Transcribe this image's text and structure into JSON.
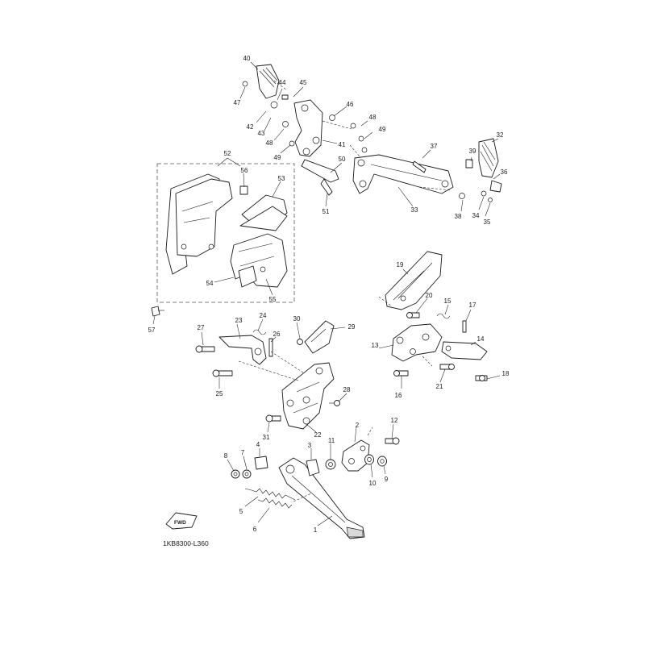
{
  "diagram": {
    "code": "1KB8300-L360",
    "fwd_label": "FWD",
    "callouts": [
      "1",
      "2",
      "3",
      "4",
      "5",
      "6",
      "7",
      "8",
      "9",
      "10",
      "11",
      "12",
      "13",
      "14",
      "15",
      "16",
      "17",
      "18",
      "19",
      "20",
      "21",
      "22",
      "23",
      "24",
      "25",
      "26",
      "27",
      "28",
      "29",
      "30",
      "31",
      "32",
      "33",
      "34",
      "35",
      "36",
      "37",
      "38",
      "39",
      "40",
      "41",
      "42",
      "43",
      "44",
      "45",
      "46",
      "47",
      "48",
      "48",
      "49",
      "49",
      "50",
      "51",
      "52",
      "53",
      "54",
      "55",
      "56",
      "57"
    ]
  }
}
